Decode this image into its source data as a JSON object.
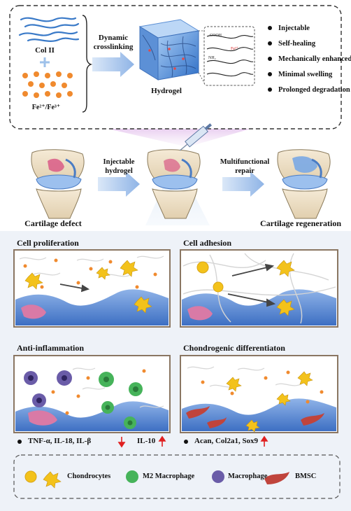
{
  "top": {
    "collagen_label": "Col II",
    "iron_label": "Fe²⁺/Fe³⁺",
    "crosslink_label_line1": "Dynamic",
    "crosslink_label_line2": "crosslinking",
    "hydrogel_label": "Hydrogel",
    "properties": [
      "Injectable",
      "Self-healing",
      "Mechanically enhanced",
      "Minimal swelling",
      "Prolonged degradation"
    ],
    "cooh_label": "COOH",
    "nh2_label": "NH₂",
    "fe_label": "Fe³⁺"
  },
  "middle": {
    "injectable_line1": "Injectable",
    "injectable_line2": "hydrogel",
    "repair_line1": "Multifunctional",
    "repair_line2": "repair",
    "defect_label": "Cartilage defect",
    "regen_label": "Cartilage regeneration"
  },
  "panels": {
    "proliferation_title": "Cell  proliferation",
    "adhesion_title": "Cell adhesion",
    "inflammation_title": "Anti-inflammation",
    "differentiation_title": "Chondrogenic differentiaton"
  },
  "markers": {
    "inflammation_down": "TNF-α, IL-18, IL-β",
    "inflammation_up": "IL-10",
    "differentiation_up": "Acan, Col2a1, Sox9"
  },
  "legend": {
    "chondrocytes": "Chondrocytes",
    "m2_macrophage": "M2 Macrophage",
    "macrophage": "Macrophage",
    "bmsc": "BMSC"
  },
  "colors": {
    "arrow_blue": "#9fc0e8",
    "up_arrow_red": "#e02020",
    "chondrocyte_yellow": "#f3c21b",
    "m2_green": "#46b35a",
    "macrophage_purple": "#6a5ca8",
    "bmsc_red": "#c0443c",
    "iron_orange": "#f08a2e",
    "panel_border": "#8a7662"
  }
}
